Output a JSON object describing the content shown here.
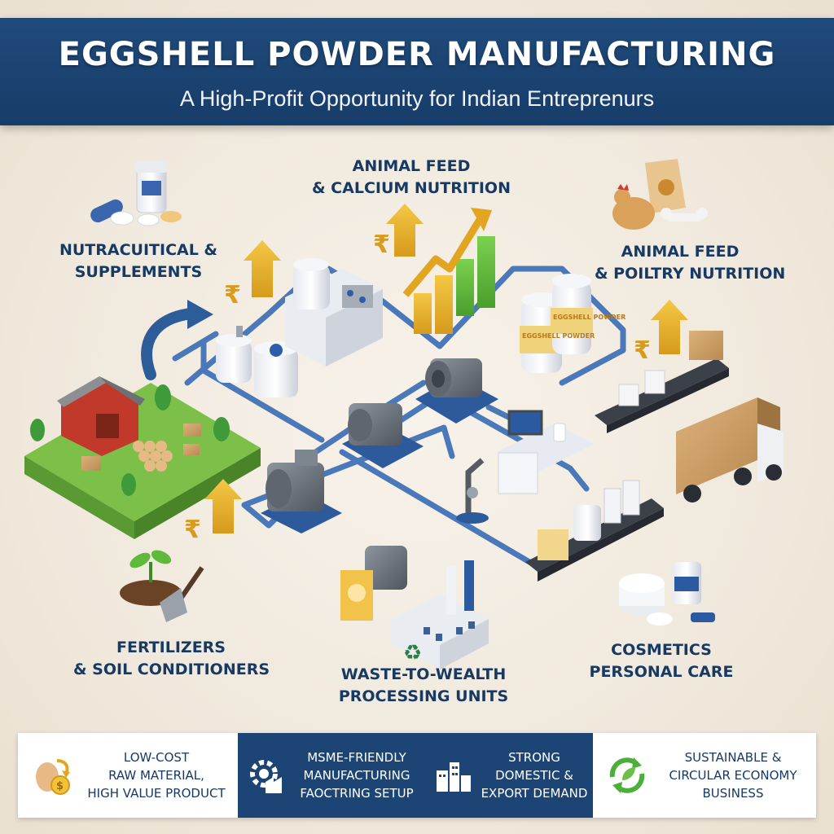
{
  "header": {
    "title": "EGGSHELL POWDER MANUFACTURING",
    "subtitle": "A High-Profit Opportunity for Indian Entreprenurs"
  },
  "applications": {
    "nutraceutical": [
      "NUTRACUITICAL &",
      "SUPPLEMENTS"
    ],
    "animal_feed_calcium": [
      "ANIMAL FEED",
      "& CALCIUM NUTRITION"
    ],
    "animal_feed_poultry": [
      "ANIMAL FEED",
      "& POILTRY NUTRITION"
    ],
    "fertilizers": [
      "FERTILIZERS",
      "& SOIL CONDITIONERS"
    ],
    "waste_to_wealth": [
      "WASTE-TO-WEALTH",
      "PROCESSING UNITS"
    ],
    "cosmetics": [
      "COSMETICS",
      "PERSONAL CARE"
    ]
  },
  "product_labels": [
    "EGGSHELL POWDER",
    "EGGSHELL POWDER"
  ],
  "footer": [
    {
      "lines": [
        "LOW-COST",
        "RAW MATERIAL,",
        "HIGH VALUE PRODUCT"
      ],
      "icon": "egg-coin-icon",
      "theme": "light"
    },
    {
      "lines": [
        "MSME-FRIENDLY",
        "MANUFACTURING",
        "FAOCTRING SETUP"
      ],
      "icon": "gear-factory-icon",
      "theme": "dark"
    },
    {
      "lines": [
        "STRONG",
        "DOMESTIC &",
        "EXPORT DEMAND"
      ],
      "icon": "city-export-icon",
      "theme": "dark"
    },
    {
      "lines": [
        "SUSTAINABLE &",
        "CIRCULAR ECONOMY",
        "BUSINESS"
      ],
      "icon": "recycle-leaf-icon",
      "theme": "light"
    }
  ],
  "colors": {
    "banner": "#1f4a7a",
    "label_text": "#163a63",
    "pipe": "#4a78b8",
    "arrow_gold": "#e6ac25",
    "growth_green": "#5fb93a",
    "recycle_green": "#4caf3a"
  }
}
